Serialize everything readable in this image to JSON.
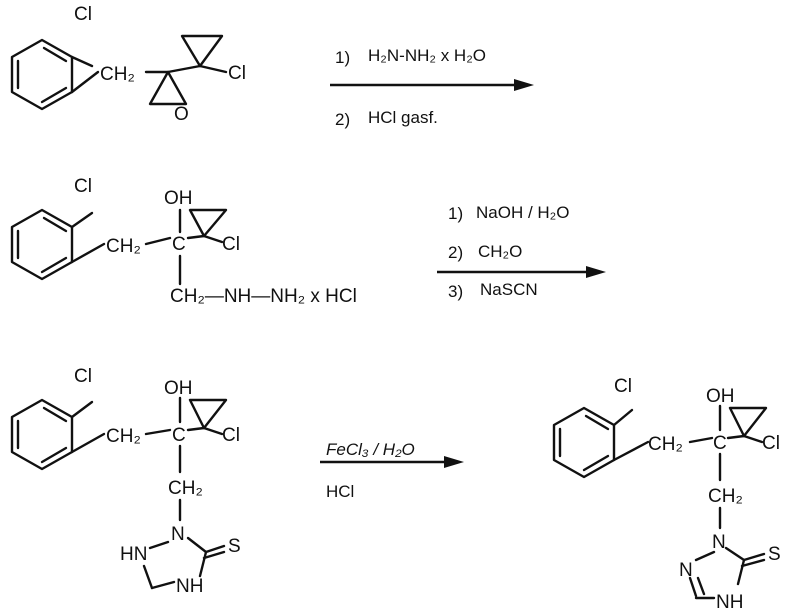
{
  "reaction": {
    "step1": {
      "line1_number": "1)",
      "line1_text": "H₂N-NH₂ x H₂O",
      "line2_number": "2)",
      "line2_text": "HCl gasf."
    },
    "step2": {
      "line1_number": "1)",
      "line1_text": "NaOH / H₂O",
      "line2_number": "2)",
      "line2_text": "CH₂O",
      "line3_number": "3)",
      "line3_text": "NaSCN"
    },
    "step3": {
      "line1_text": "FeCl₃ / H₂O",
      "line2_text": "HCl"
    }
  },
  "molecules": {
    "m1": {
      "cl_top": "Cl",
      "ch2": "CH₂",
      "o": "O",
      "cl_right": "Cl"
    },
    "m2": {
      "cl_top": "Cl",
      "oh": "OH",
      "ch2": "CH₂",
      "c": "C",
      "cl_right": "Cl",
      "chain": "CH₂—NH—NH₂ x HCl"
    },
    "m3": {
      "cl_top": "Cl",
      "oh": "OH",
      "ch2": "CH₂",
      "c": "C",
      "cl_right": "Cl",
      "ch2_down": "CH₂",
      "n1": "N",
      "hn": "HN",
      "nh": "NH",
      "s": "S"
    },
    "m4": {
      "cl_top": "Cl",
      "oh": "OH",
      "ch2": "CH₂",
      "c": "C",
      "cl_right": "Cl",
      "ch2_down": "CH₂",
      "n1": "N",
      "n2": "N",
      "nh": "NH",
      "s": "S"
    }
  }
}
